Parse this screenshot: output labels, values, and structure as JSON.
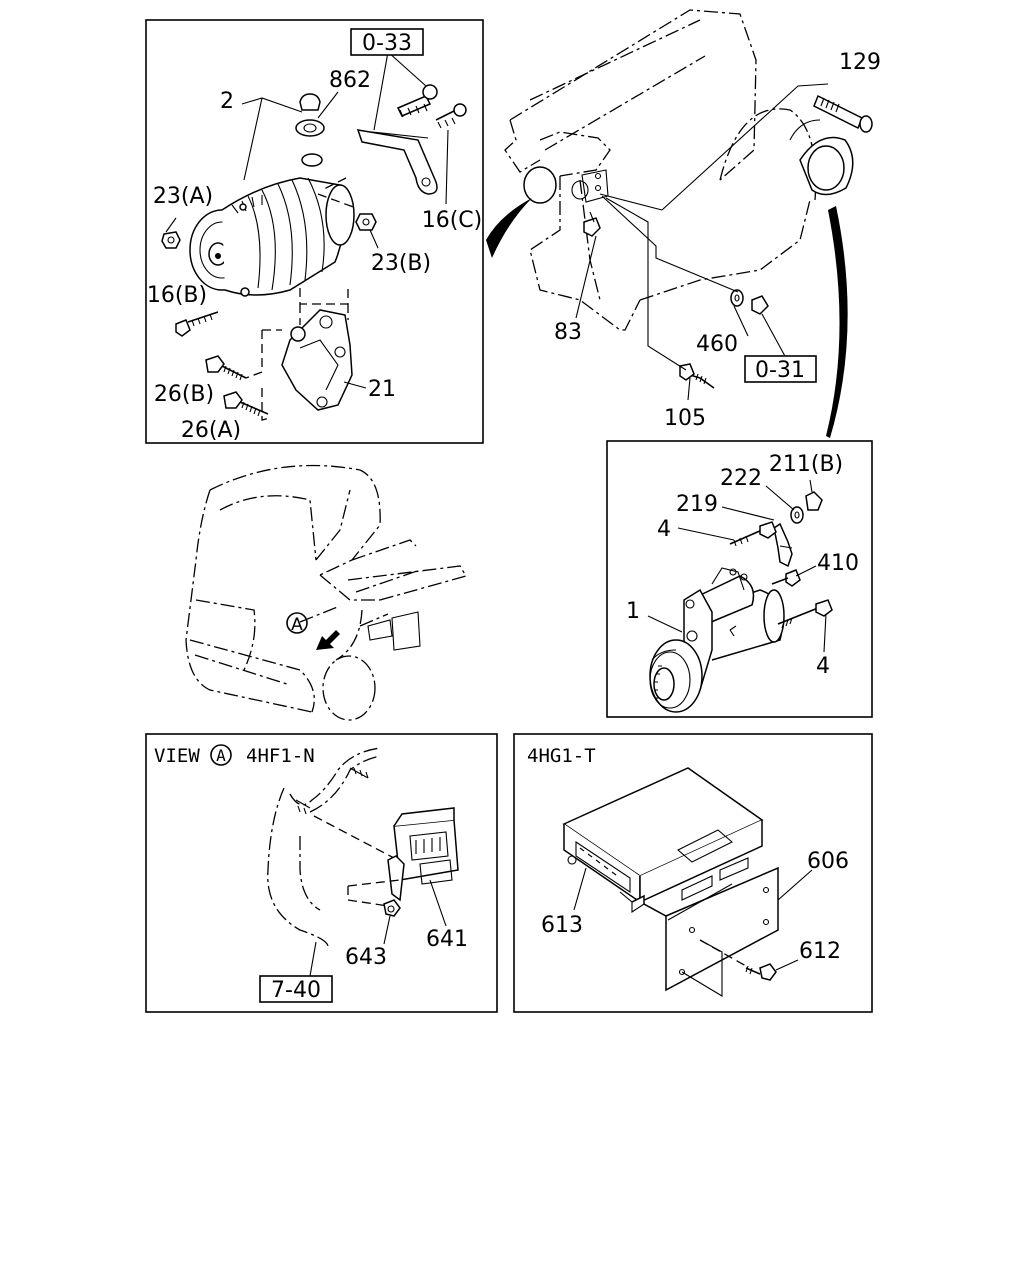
{
  "panels": {
    "alternator": {
      "labels": {
        "ref_0_33": "0-33",
        "p862": "862",
        "p2": "2",
        "p23a": "23(A)",
        "p16c": "16(C)",
        "p23b": "23(B)",
        "p16b": "16(B)",
        "p21": "21",
        "p26b": "26(B)",
        "p26a": "26(A)"
      }
    },
    "engine": {
      "labels": {
        "p129": "129",
        "p83": "83",
        "p460": "460",
        "ref_0_31": "0-31",
        "p105": "105"
      }
    },
    "starter": {
      "labels": {
        "p222": "222",
        "p211b": "211(B)",
        "p219": "219",
        "p4_top": "4",
        "p410": "410",
        "p1": "1",
        "p4_bottom": "4"
      }
    },
    "truck": {
      "labels": {
        "view_marker": "A"
      }
    },
    "view_a": {
      "title_prefix": "VIEW",
      "title_marker": "A",
      "title_model": "4HF1-N",
      "labels": {
        "p643": "643",
        "p641": "641",
        "ref_7_40": "7-40"
      }
    },
    "ecu": {
      "title": "4HG1-T",
      "labels": {
        "p606": "606",
        "p613": "613",
        "p612": "612"
      }
    }
  }
}
